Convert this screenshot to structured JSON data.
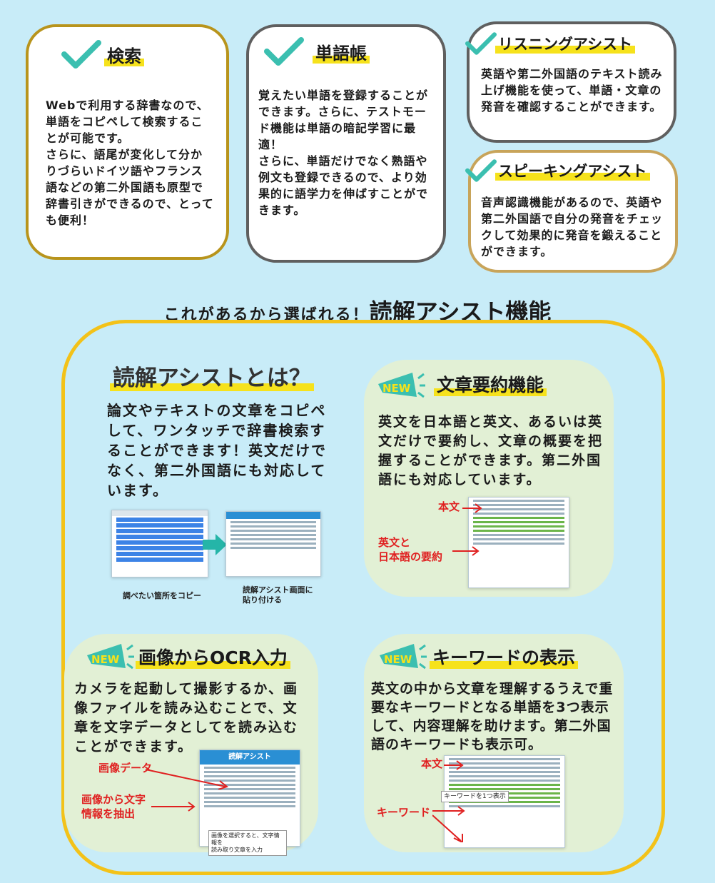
{
  "top_cards": {
    "search": {
      "title": "検索",
      "text": "Webで利用する辞書なので、単語をコピペして検索することが可能です。\nさらに、語尾が変化して分かりづらいドイツ語やフランス語などの第二外国語も原型で辞書引きができるので、とっても便利！"
    },
    "wordbook": {
      "title": "単語帳",
      "text": "覚えたい単語を登録することができます。さらに、テストモード機能は単語の暗記学習に最適！\nさらに、単語だけでなく熟語や例文も登録できるので、より効果的に語学力を伸ばすことができます。"
    },
    "listening": {
      "title": "リスニングアシスト",
      "text": "英語や第二外国語のテキスト読み上げ機能を使って、単語・文章の発音を確認することができます。"
    },
    "speaking": {
      "title": "スピーキングアシスト",
      "text": "音声認識機能があるので、英語や第二外国語で自分の発音をチェックして効果的に発音を鍛えることができます。"
    }
  },
  "section": {
    "lead": "これがあるから選ばれる！",
    "title": "読解アシスト機能"
  },
  "about": {
    "title": "読解アシストとは？",
    "text": "論文やテキストの文章をコピペして、ワンタッチで辞書検索することができます！英文だけでなく、第二外国語にも対応しています。",
    "caption_copy": "調べたい箇所をコピー",
    "caption_paste": "読解アシスト画面に\n貼り付ける"
  },
  "summary": {
    "badge": "NEW",
    "title": "文章要約機能",
    "text": "英文を日本語と英文、あるいは英文だけで要約し、文章の概要を把握することができます。第二外国語にも対応しています。",
    "label_body": "本文",
    "label_summary": "英文と\n日本語の要約"
  },
  "ocr": {
    "badge": "NEW",
    "title": "画像からOCR入力",
    "text": "カメラを起動して撮影するか、画像ファイルを読み込むことで、文章を文字データとしてを読み込むことができます。",
    "label_image": "画像データ",
    "label_extract": "画像から文字\n情報を抽出",
    "app_title": "読解アシスト",
    "popup": "画像を選択すると、文字情報を\n読み取り文章を入力"
  },
  "keyword": {
    "badge": "NEW",
    "title": "キーワードの表示",
    "text": "英文の中から文章を理解するうえで重要なキーワードとなる単語を3つ表示して、内容理解を助けます。第二外国語のキーワードも表示可。",
    "label_body": "本文",
    "label_keyword": "キーワード",
    "box_label": "キーワードを1つ表示"
  },
  "colors": {
    "background": "#c8ecf8",
    "check": "#3bbfb0",
    "highlight": "#f6e21c",
    "frame": "#f3c219",
    "blob": "#e2f0d5",
    "red": "#e02020"
  }
}
